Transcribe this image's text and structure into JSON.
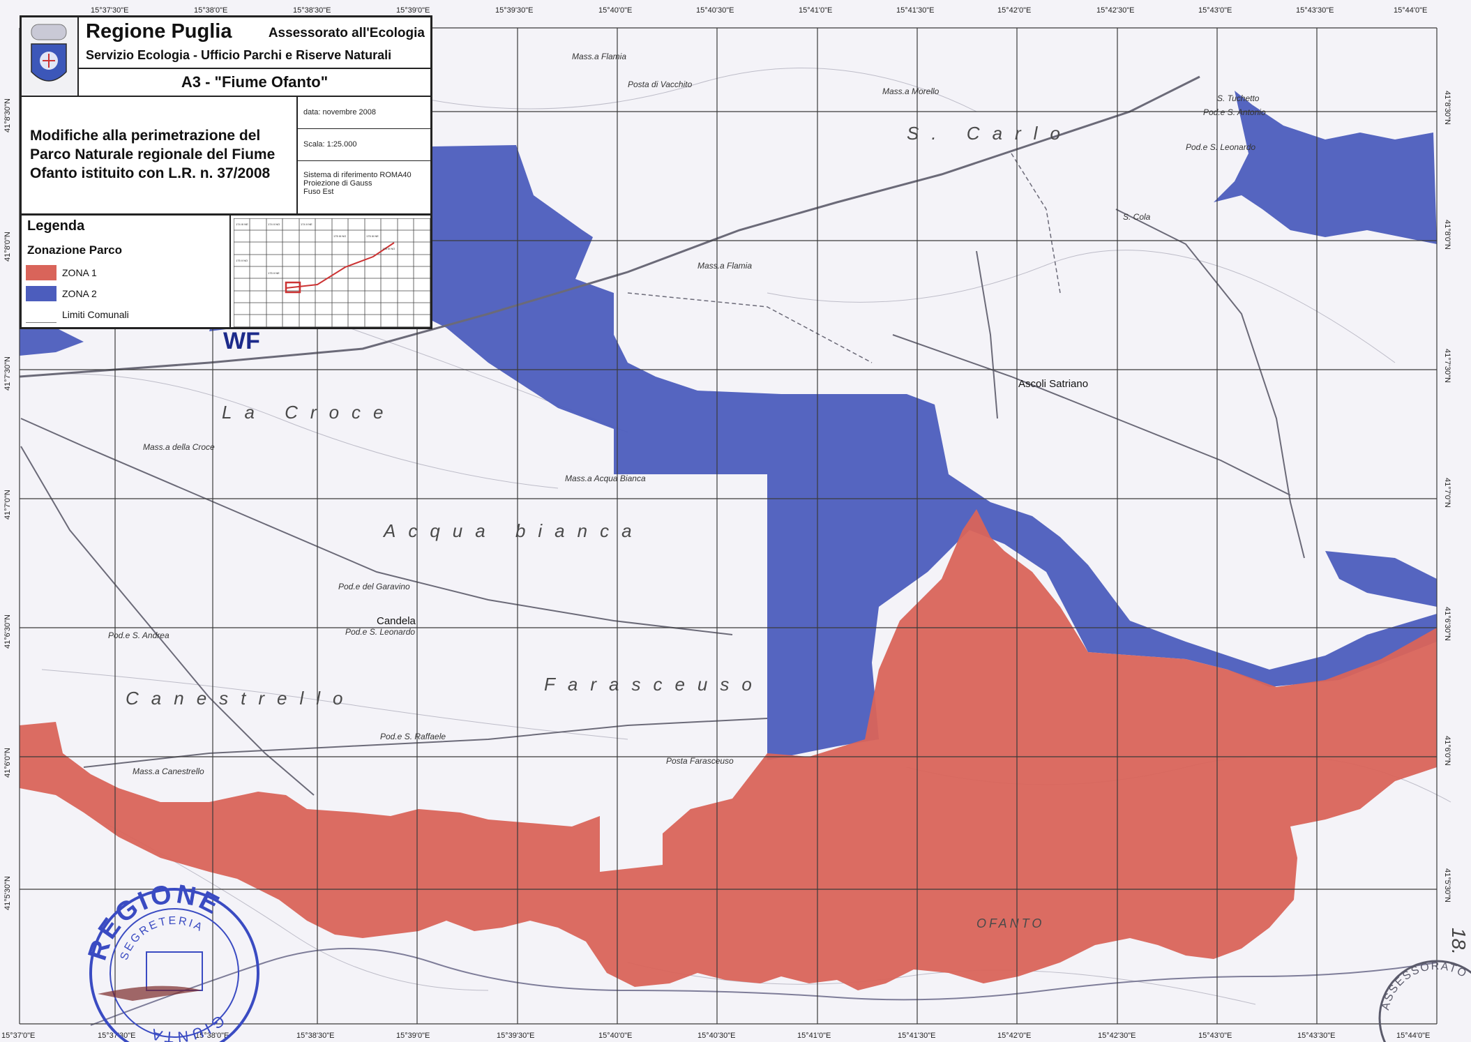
{
  "header": {
    "region": "Regione Puglia",
    "department": "Assessorato all'Ecologia",
    "service": "Servizio Ecologia - Ufficio Parchi e Riserve Naturali",
    "area_code": "A3 - \"Fiume Ofanto\""
  },
  "description": "Modifiche alla perimetrazione del Parco Naturale regionale del Fiume Ofanto istituito con L.R. n. 37/2008",
  "meta": {
    "date": "data: novembre 2008",
    "scale": "Scala: 1:25.000",
    "crs_line1": "Sistema di riferimento ROMA40",
    "crs_line2": "Proiezione di Gauss",
    "crs_line3": "Fuso Est"
  },
  "legend": {
    "title": "Legenda",
    "subtitle": "Zonazione Parco",
    "items": [
      {
        "label": "ZONA 1",
        "color": "#d9645a"
      },
      {
        "label": "ZONA 2",
        "color": "#4c5dbd"
      },
      {
        "label": "Limiti Comunali",
        "color": "#ffffff"
      }
    ]
  },
  "index_map": {
    "sheet_labels": [
      "174 III NE",
      "174 II NO",
      "174 II NE",
      "175 III NO",
      "175 III NE",
      "175 II NO",
      "175 II NE",
      "176 III NO"
    ]
  },
  "colors": {
    "zona1": "#d9645a",
    "zona2": "#4c5dbd",
    "paper": "#f4f3f8",
    "grid": "#3a3a3a"
  },
  "coords": {
    "top": [
      "15°37'30\"E",
      "15°38'0\"E",
      "15°38'30\"E",
      "15°39'0\"E",
      "15°39'30\"E",
      "15°40'0\"E",
      "15°40'30\"E",
      "15°41'0\"E",
      "15°41'30\"E",
      "15°42'0\"E",
      "15°42'30\"E",
      "15°43'0\"E",
      "15°43'30\"E",
      "15°44'0\"E"
    ],
    "bottom": [
      "15°37'0\"E",
      "15°37'30\"E",
      "15°38'0\"E",
      "15°38'30\"E",
      "15°39'0\"E",
      "15°39'30\"E",
      "15°40'0\"E",
      "15°40'30\"E",
      "15°41'0\"E",
      "15°41'30\"E",
      "15°42'0\"E",
      "15°42'30\"E",
      "15°43'0\"E",
      "15°43'30\"E",
      "15°44'0\"E"
    ],
    "left": [
      "41°8'30\"N",
      "41°8'0\"N",
      "41°7'30\"N",
      "41°7'0\"N",
      "41°6'30\"N",
      "41°6'0\"N",
      "41°5'30\"N"
    ],
    "right": [
      "41°8'30\"N",
      "41°8'0\"N",
      "41°7'30\"N",
      "41°7'0\"N",
      "41°6'30\"N",
      "41°6'0\"N",
      "41°5'30\"N"
    ]
  },
  "towns": {
    "ascoli": "Ascoli Satriano",
    "candela": "Candela"
  },
  "places": {
    "la_croce": "La Croce",
    "acqua_bianca": "Acqua bianca",
    "farasceuso": "Farasceuso",
    "canestrello": "Canestrello",
    "s_carlo": "S. Carlo",
    "masseria_flamia_top": "Mass.a Flamia",
    "masseria_flamia": "Mass.a Flamia",
    "masseria_morello": "Mass.a Morello",
    "masseria_croce": "Mass.a della Croce",
    "masseria_acqua_bianca": "Mass.a Acqua Bianca",
    "masseria_canestrello": "Mass.a Canestrello",
    "posta_vacchito": "Posta di Vacchito",
    "posta_farasceuso": "Posta Farasceuso",
    "pod_s_leonardo_left": "Pod.e S. Leonardo",
    "pod_s_leonardo": "Pod.e S. Leonardo",
    "pod_s_andrea": "Pod.e S. Andrea",
    "pod_garavino": "Pod.e del Garavino",
    "pod_s_raffaele": "Pod.e S. Raffaele",
    "pod_s_antonio": "Pod.e S. Antonio",
    "s_cola": "S. Cola",
    "s_tuchetto": "S. Tuchetto",
    "ofanto": "OFANTO",
    "wf": "WF"
  },
  "stamps": {
    "left_text": "REGIONE",
    "left_sub": "SEGRETERIA",
    "left_bottom": "GIUNTA",
    "right_text": "ASSESSORATO",
    "handwritten": "18."
  }
}
